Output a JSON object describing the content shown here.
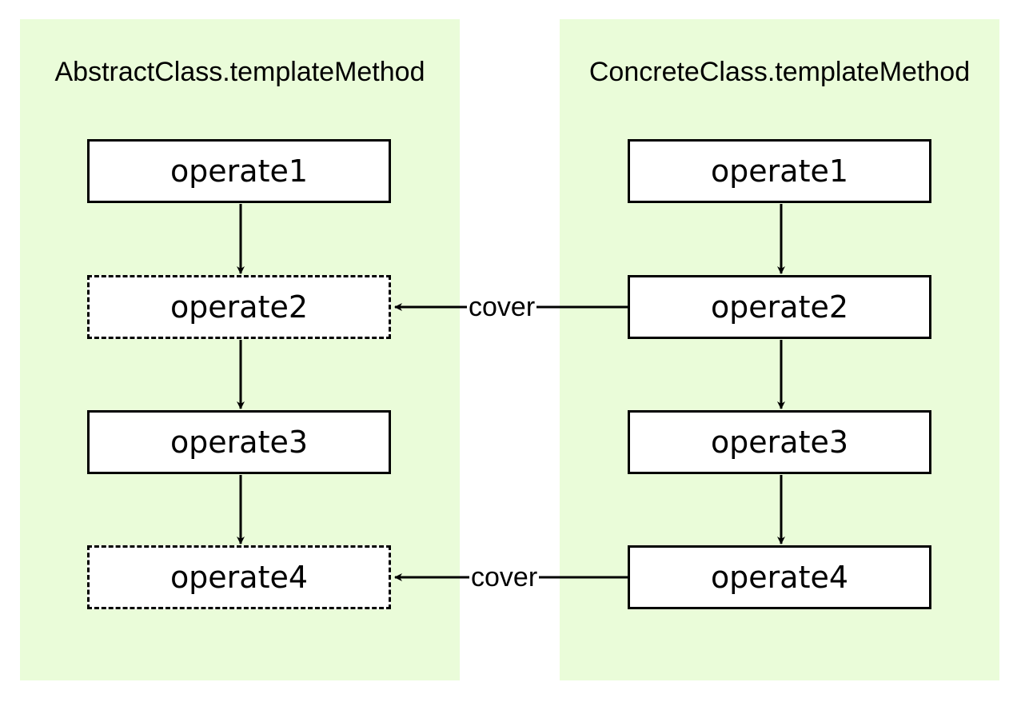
{
  "colors": {
    "panel_fill": "#eafcd9",
    "box_fill": "#ffffff",
    "line": "#000000"
  },
  "left_panel": {
    "title": "AbstractClass.templateMethod",
    "boxes": [
      {
        "label": "operate1",
        "style": "solid"
      },
      {
        "label": "operate2",
        "style": "dashed"
      },
      {
        "label": "operate3",
        "style": "solid"
      },
      {
        "label": "operate4",
        "style": "dashed"
      }
    ]
  },
  "right_panel": {
    "title": "ConcreteClass.templateMethod",
    "boxes": [
      {
        "label": "operate1",
        "style": "solid"
      },
      {
        "label": "operate2",
        "style": "solid"
      },
      {
        "label": "operate3",
        "style": "solid"
      },
      {
        "label": "operate4",
        "style": "solid"
      }
    ]
  },
  "cover_edges": [
    {
      "from": "ConcreteClass.operate2",
      "to": "AbstractClass.operate2",
      "label": "cover"
    },
    {
      "from": "ConcreteClass.operate4",
      "to": "AbstractClass.operate4",
      "label": "cover"
    }
  ]
}
